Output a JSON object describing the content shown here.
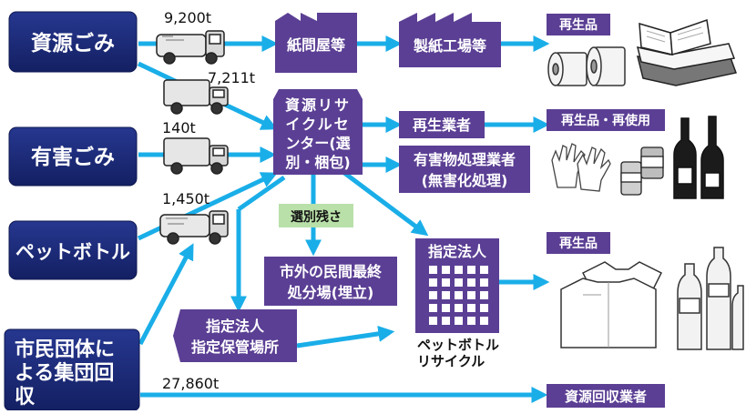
{
  "colors": {
    "source_fill": "#1a2a7a",
    "source_fill_dark": "#142063",
    "process_fill": "#5b3f94",
    "label_fill": "#5b3f94",
    "arrow": "#1aaee8",
    "green_fill": "#b9e0a9",
    "outline_gray": "#666666"
  },
  "sources": {
    "shigen": "資源ごみ",
    "yugai": "有害ごみ",
    "pet": "ペットボトル",
    "shimin_lines": [
      "市民団体に",
      "よる集団回",
      "収"
    ]
  },
  "amounts": {
    "a1": "9,200t",
    "a2": "7,211t",
    "a3": "140t",
    "a4": "1,450t",
    "a5": "27,860t"
  },
  "nodes": {
    "shimonton": "紙問屋等",
    "seishi": "製紙工場等",
    "center_lines": [
      "資源リサ",
      "イクルセ",
      "ンター(選",
      "別・梱包)"
    ],
    "saisei_gyosha": "再生業者",
    "yugai_shori_lines": [
      "有害物処理業者",
      "(無害化処理)"
    ],
    "senbetsu": "選別残さ",
    "saishu_lines": [
      "市外の民間最終",
      "処分場(埋立)"
    ],
    "shitei_houjin": "指定法人",
    "hokan_lines": [
      "指定法人",
      "指定保管場所"
    ],
    "pet_recycle_lines": [
      "ペットボトル",
      "リサイクル"
    ],
    "shigen_kaishu": "資源回収業者"
  },
  "labels": {
    "saiseihin_1": "再生品",
    "saiseihin_reuse": "再生品・再使用",
    "saiseihin_2": "再生品"
  },
  "icons": [
    "garbage-truck-icon",
    "truck-icon",
    "toilet-paper-icon",
    "books-icon",
    "gloves-icon",
    "cans-icon",
    "bottles-icon",
    "shirt-icon",
    "pet-bottles-icon",
    "building-icon"
  ]
}
